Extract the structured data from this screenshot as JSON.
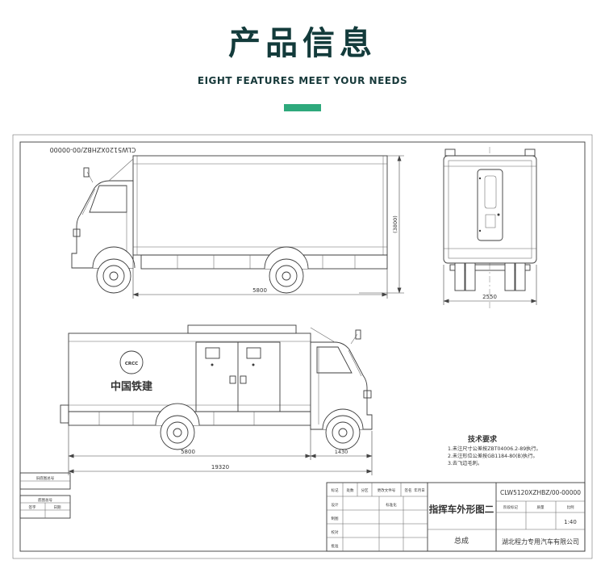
{
  "header": {
    "title": "产品信息",
    "subtitle": "EIGHT FEATURES MEET YOUR NEEDS"
  },
  "colors": {
    "accent_green": "#2ea97c",
    "title_teal": "#133b3b"
  },
  "sheet": {
    "edge_number": "CLW5120XZHBZ/00-00000",
    "dims": {
      "top_box_length": "5800",
      "top_overall_height": "(3800)",
      "rear_overall_width": "2550",
      "bottom_box_length": "5800",
      "bottom_front_overhang": "1430",
      "bottom_overall_length": "19320"
    },
    "logo": {
      "emblem": "CRCC",
      "name": "中国铁建"
    },
    "tech_notes": {
      "title": "技术要求",
      "line1": "1.未注尺寸公差按ZBT04006.2-89执行。",
      "line2": "2.未注形位公差按GB1184-80(B)执行。",
      "line3": "3.去飞边毛刺。"
    },
    "title_block": {
      "drawing_no": "CLW5120XZHBZ/00-00000",
      "title": "指挥车外形图二",
      "assembly": "总成",
      "company": "湖北程力专用汽车有限公司",
      "stage_label": "阶段标记",
      "mass_label": "质量",
      "scale_label": "比例",
      "scale": "1:40",
      "mark": "标记",
      "qty": "处数",
      "zone": "分区",
      "doc_no": "更改文件号",
      "sign": "签名",
      "date": "年月日",
      "design": "设计",
      "draft": "制图",
      "check": "校对",
      "approve": "批准",
      "standard": "标准化"
    },
    "side_table": {
      "old_no": "旧底图总号",
      "base_no": "底图总号",
      "sign": "签字",
      "date": "日期"
    }
  }
}
